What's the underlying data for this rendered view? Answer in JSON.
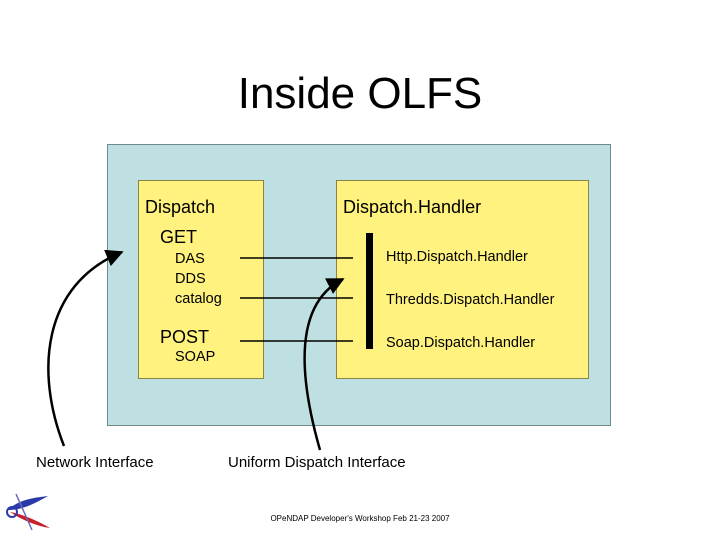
{
  "title": "Inside OLFS",
  "dispatch": {
    "label": "Dispatch",
    "get_label": "GET",
    "get_items": [
      "DAS",
      "DDS",
      "catalog"
    ],
    "post_label": "POST",
    "post_items": [
      "SOAP"
    ]
  },
  "dispatch_handler": {
    "label": "Dispatch.Handler",
    "handlers": [
      "Http.Dispatch.Handler",
      "Thredds.Dispatch.Handler",
      "Soap.Dispatch.Handler"
    ]
  },
  "network_interface_label": "Network Interface",
  "uniform_interface_label": "Uniform Dispatch Interface",
  "footer": "OPeNDAP Developer's Workshop Feb 21-23 2007",
  "colors": {
    "olfs_background": "#bfe0e3",
    "component_background": "#fff27e"
  },
  "logo_icon": "opendap-logo-icon"
}
